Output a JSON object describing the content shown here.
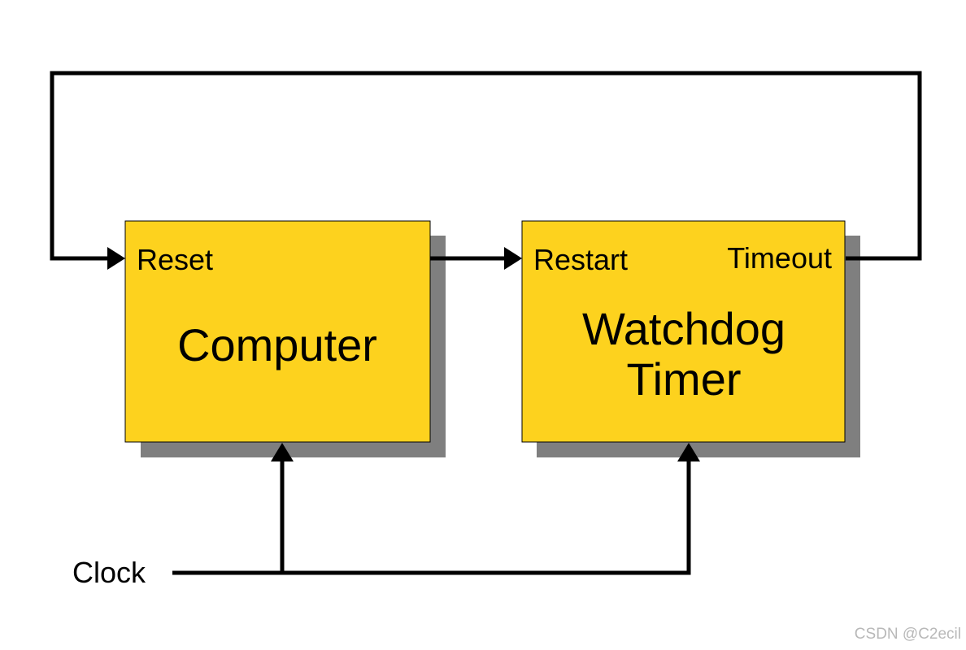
{
  "colors": {
    "block_fill": "#FDD21E",
    "shadow": "#7F7F7F",
    "line": "#000000",
    "watermark": "#B8B8B8"
  },
  "blocks": {
    "computer": {
      "title": "Computer",
      "input_port": "Reset"
    },
    "watchdog": {
      "title_line1": "Watchdog",
      "title_line2": "Timer",
      "input_port": "Restart",
      "output_port": "Timeout"
    }
  },
  "clock": {
    "label": "Clock"
  },
  "watermark": "CSDN @C2ecil"
}
